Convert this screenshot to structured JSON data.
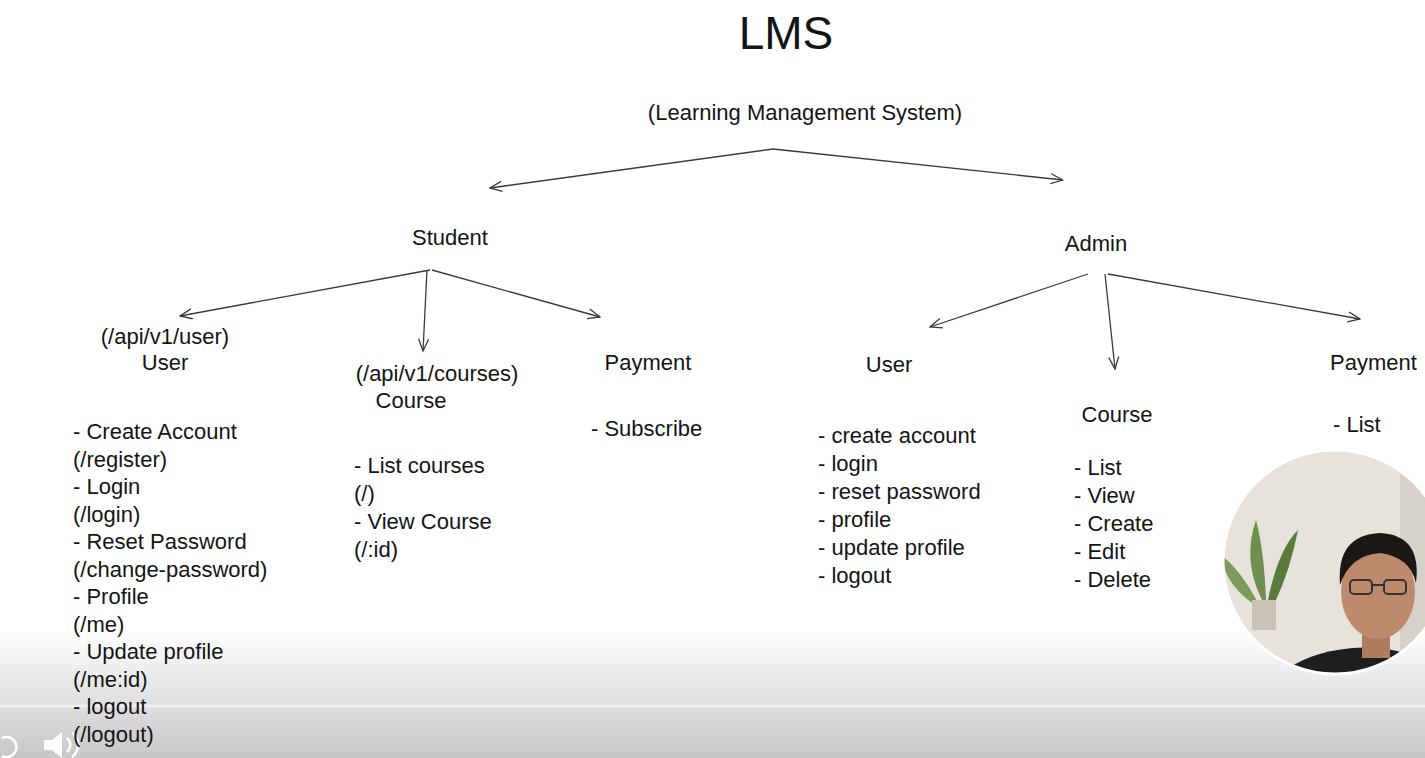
{
  "diagram": {
    "title": "LMS",
    "nodes": [
      {
        "text": [
          "(Learning Management System)"
        ]
      },
      {
        "text": [
          "Student"
        ]
      },
      {
        "text": [
          "Admin"
        ]
      },
      {
        "text": [
          "(/api/v1/user)",
          "User",
          "- Create Account",
          "(/register)",
          "- Login",
          "(/login)",
          "- Reset Password",
          "(/change-password)",
          "- Profile",
          "(/me)",
          "- Update profile",
          "(/me:id)",
          "- logout",
          "(/logout)"
        ]
      },
      {
        "text": [
          "(/api/v1/courses)",
          "Course",
          "- List courses",
          "(/)",
          "- View Course",
          "(/:id)"
        ]
      },
      {
        "text": [
          "Payment",
          "- Subscribe"
        ]
      },
      {
        "text": [
          "User",
          "- create account",
          "- login",
          "- reset password",
          "- profile",
          "- update profile",
          "- logout"
        ]
      },
      {
        "text": [
          "Course",
          "- List",
          "- View",
          "- Create",
          "- Edit",
          "- Delete"
        ]
      },
      {
        "text": [
          "Payment",
          "- List"
        ]
      }
    ],
    "edges": [
      {
        "from": 0,
        "to": 1,
        "arrow": "to"
      },
      {
        "from": 0,
        "to": 2,
        "arrow": "to"
      },
      {
        "from": 1,
        "to": 3,
        "arrow": "to"
      },
      {
        "from": 1,
        "to": 4,
        "arrow": "to"
      },
      {
        "from": 1,
        "to": 5,
        "arrow": "to"
      },
      {
        "from": 2,
        "to": 6,
        "arrow": "to"
      },
      {
        "from": 2,
        "to": 7,
        "arrow": "to"
      },
      {
        "from": 2,
        "to": 8,
        "arrow": "to"
      }
    ]
  }
}
